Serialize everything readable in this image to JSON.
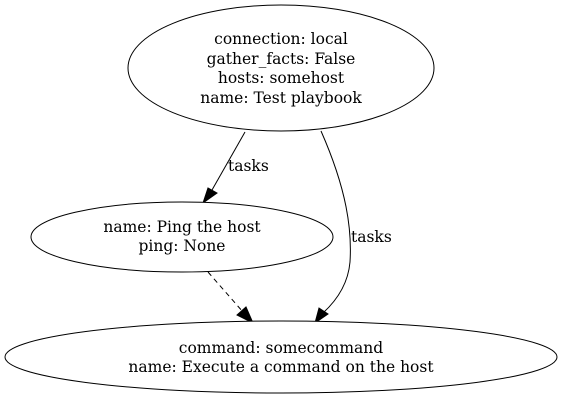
{
  "nodes": {
    "playbook": {
      "lines": [
        "connection: local",
        "gather_facts: False",
        "hosts: somehost",
        "name: Test playbook"
      ]
    },
    "ping": {
      "lines": [
        "name: Ping the host",
        "ping: None"
      ]
    },
    "command": {
      "lines": [
        "command: somecommand",
        "name: Execute a command on the host"
      ]
    }
  },
  "edges": {
    "playbook_to_ping": {
      "label": "tasks",
      "style": "solid"
    },
    "playbook_to_command": {
      "label": "tasks",
      "style": "solid"
    },
    "ping_to_command": {
      "label": "",
      "style": "dashed"
    }
  }
}
